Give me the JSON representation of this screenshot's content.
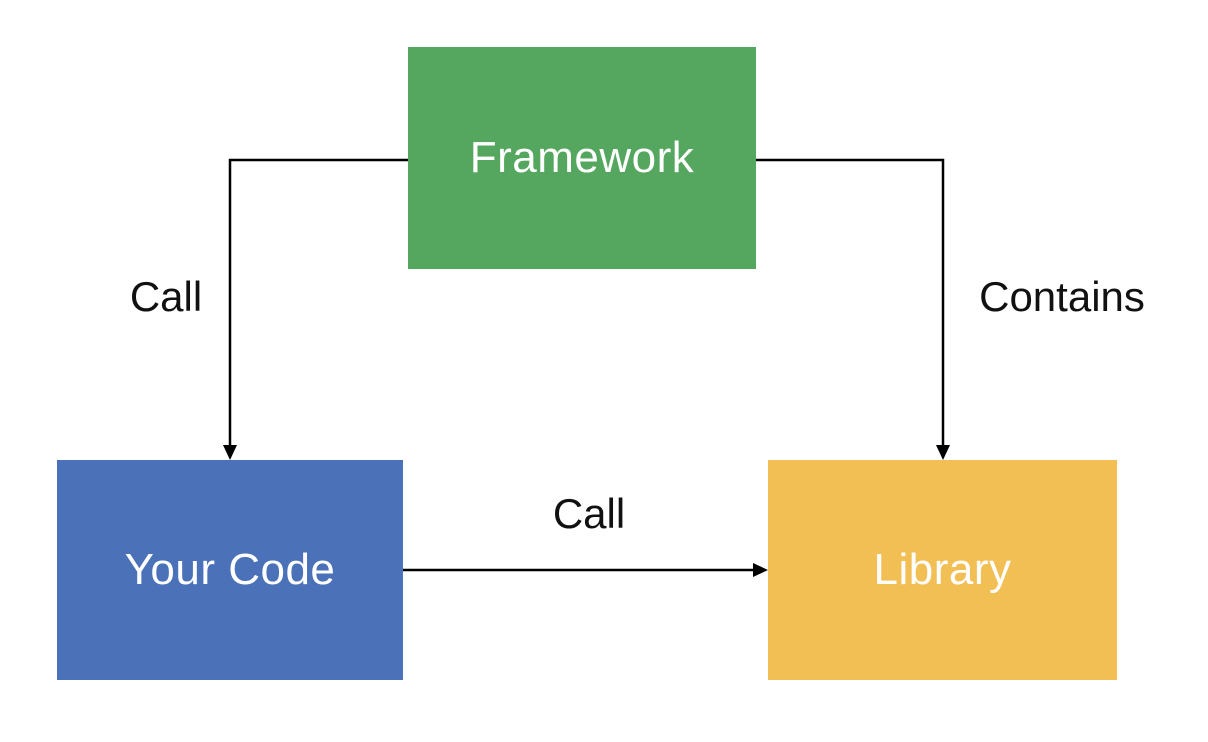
{
  "diagram": {
    "type": "flow-diagram",
    "background_color": "#ffffff",
    "connector_color": "#000000",
    "nodes": {
      "framework": {
        "label": "Framework",
        "color": "#55a75f",
        "text_color": "#ffffff"
      },
      "your_code": {
        "label": "Your Code",
        "color": "#4b72b8",
        "text_color": "#ffffff"
      },
      "library": {
        "label": "Library",
        "color": "#f2bf55",
        "text_color": "#ffffff"
      }
    },
    "edges": {
      "framework_to_your_code": {
        "label": "Call",
        "from": "Framework",
        "to": "Your Code"
      },
      "framework_to_library": {
        "label": "Contains",
        "from": "Framework",
        "to": "Library"
      },
      "your_code_to_library": {
        "label": "Call",
        "from": "Your Code",
        "to": "Library"
      }
    }
  }
}
